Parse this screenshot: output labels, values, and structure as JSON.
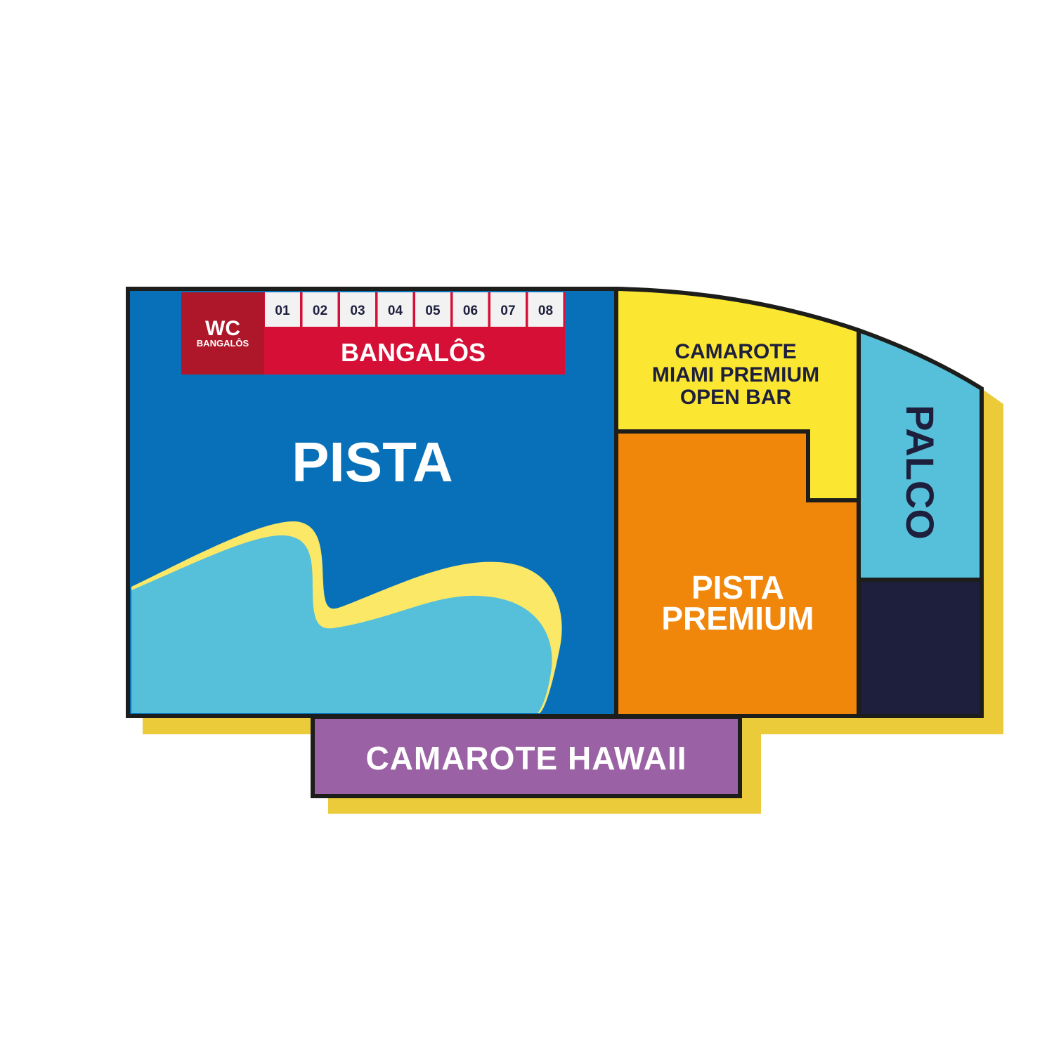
{
  "colors": {
    "outline": "#1d1d1b",
    "shadow": "#ebcb3a",
    "pista": "#0870b8",
    "wave_blue": "#56c0db",
    "wave_yellow": "#fbe866",
    "camarote_miami": "#fbe731",
    "pista_premium": "#f0860a",
    "palco": "#56c0db",
    "backstage": "#1d1f3d",
    "camarote_hawaii": "#9a62a4",
    "wc": "#ae1729",
    "bangalos": "#d50f35",
    "cell": "#f2f2f2"
  },
  "sectors": {
    "pista": "PISTA",
    "bangalos": "BANGALÔS",
    "wc": {
      "title": "WC",
      "subtitle": "BANGALÔS"
    },
    "bangalo_numbers": [
      "01",
      "02",
      "03",
      "04",
      "05",
      "06",
      "07",
      "08"
    ],
    "camarote_miami": [
      "CAMAROTE",
      "MIAMI PREMIUM",
      "OPEN BAR"
    ],
    "pista_premium": [
      "PISTA",
      "PREMIUM"
    ],
    "palco": "PALCO",
    "camarote_hawaii": "CAMAROTE HAWAII"
  }
}
